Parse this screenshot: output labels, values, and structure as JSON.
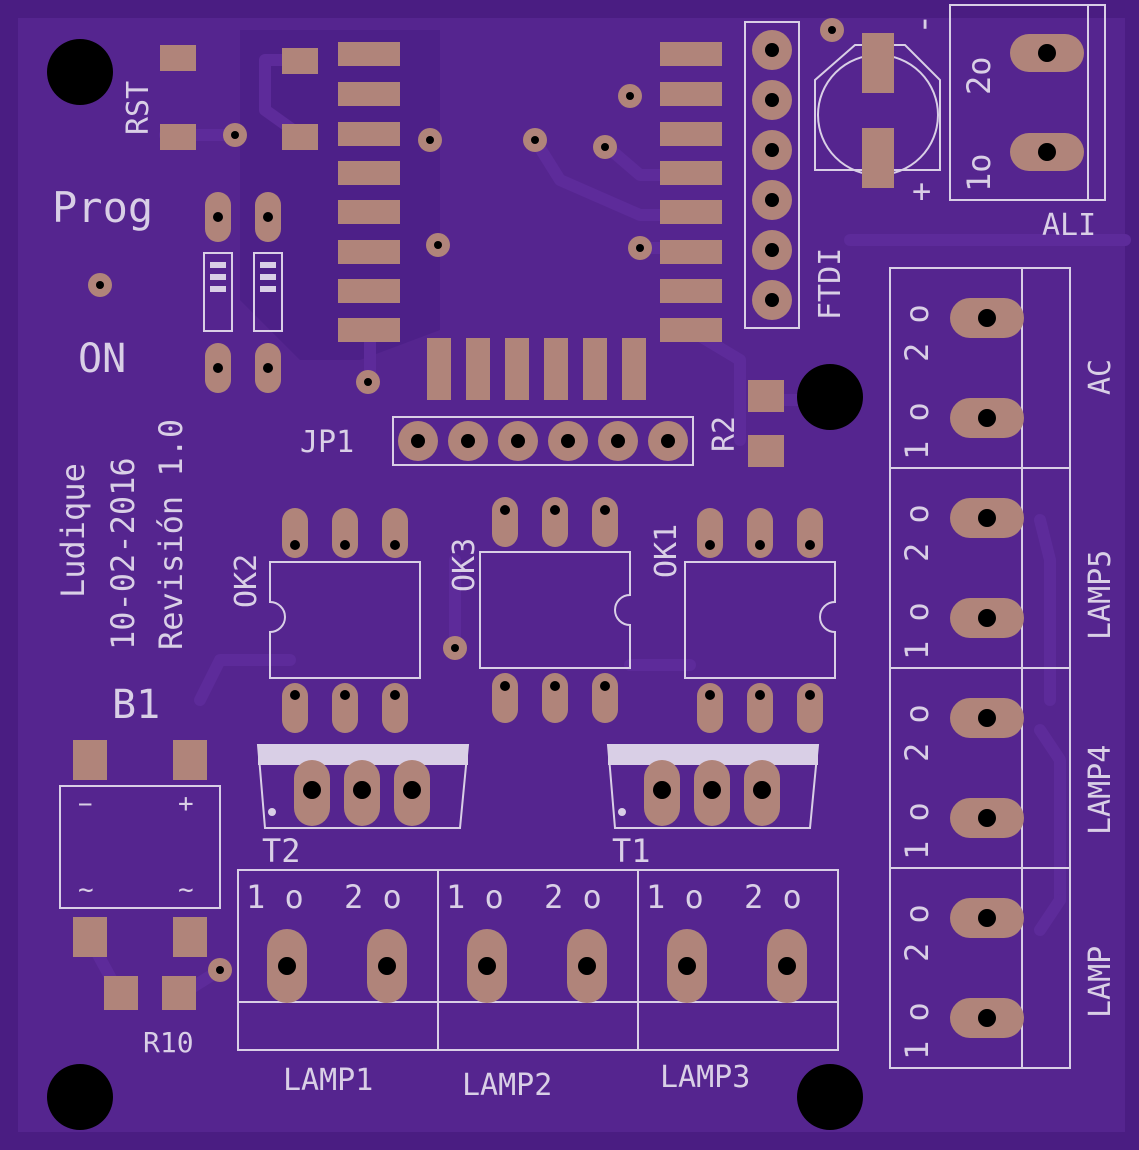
{
  "colors": {
    "board": "#4a1d82",
    "copper_pour": "#55258f",
    "trace": "#5d2b9a",
    "pad": "#b0847a",
    "silk": "#d9cfe6",
    "hole": "#000000"
  },
  "silkscreen": {
    "rst": "RST",
    "prog": "Prog",
    "on": "ON",
    "author": "Ludique",
    "date": "10-02-2016",
    "revision": "Revisión 1.0",
    "jp1": "JP1",
    "r2": "R2",
    "ftdi": "FTDI",
    "ali": "ALI",
    "ac": "AC",
    "lamp5": "LAMP5",
    "lamp4": "LAMP4",
    "lamp": "LAMP",
    "ok1": "OK1",
    "ok2": "OK2",
    "ok3": "OK3",
    "b1": "B1",
    "bridge_minus": "−",
    "bridge_plus": "+",
    "bridge_ac_left": "~",
    "bridge_ac_right": "~",
    "t1": "T1",
    "t2": "T2",
    "r10": "R10",
    "lamp1": "LAMP1",
    "lamp2": "LAMP2",
    "lamp3": "LAMP3",
    "cap_minus": "-",
    "cap_plus": "+",
    "pin1": "1o",
    "pin2": "2o",
    "pin1_spaced": "1 o",
    "pin2_spaced": "2 o"
  }
}
